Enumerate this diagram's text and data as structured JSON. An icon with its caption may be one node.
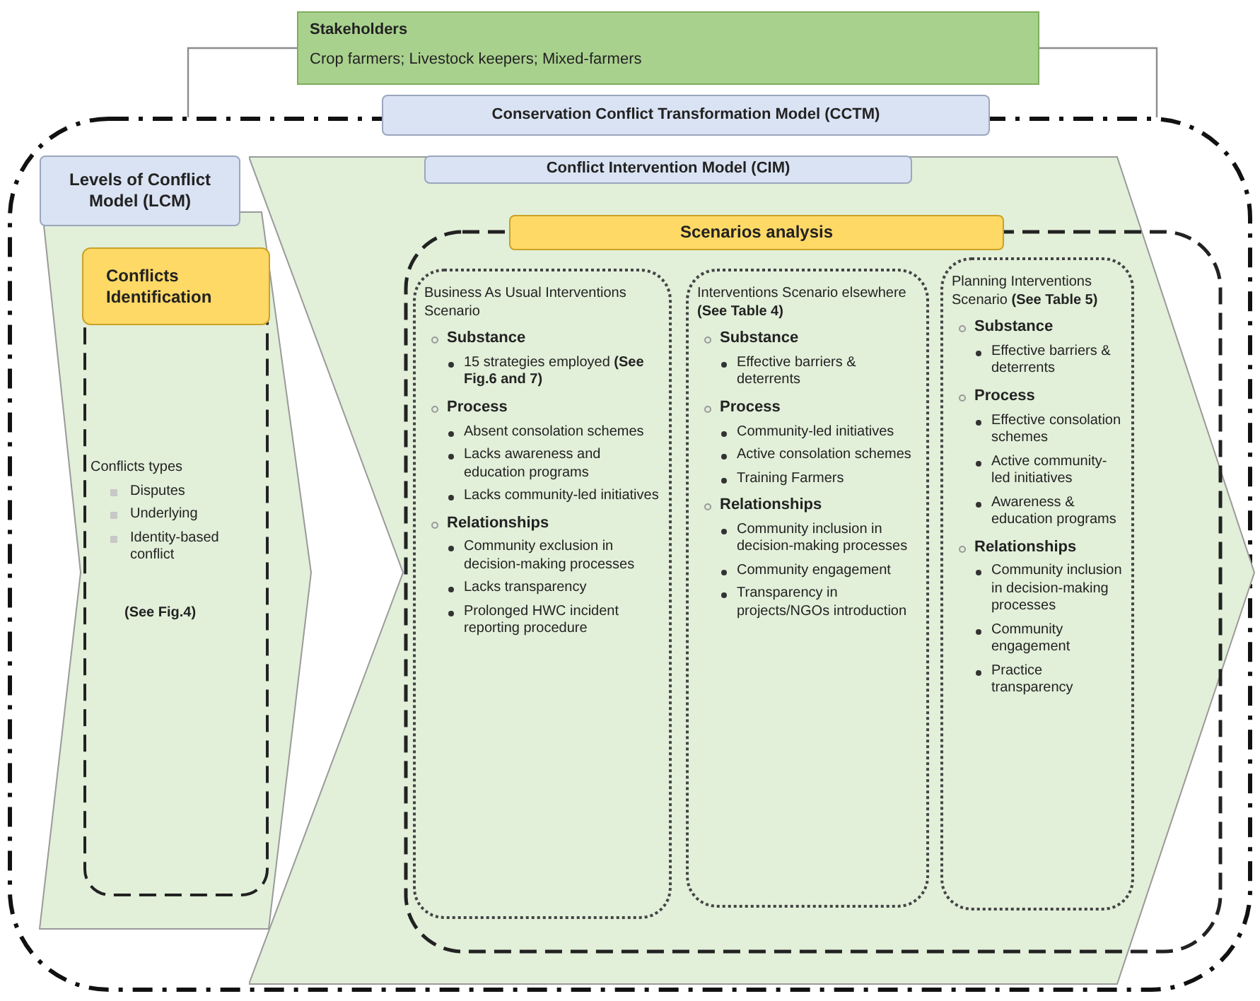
{
  "diagram": {
    "nodes": [
      {
        "text": [
          "Stakeholders",
          "Crop farmers; Livestock keepers; Mixed-farmers"
        ]
      },
      {
        "text": [
          "Conservation Conflict Transformation Model (CCTM)"
        ]
      },
      {
        "text": [
          "Levels of Conflict Model (LCM)"
        ],
        "in": 1
      },
      {
        "text": [
          "Conflicts Identification",
          "Conflicts types",
          "Disputes",
          "Underlying",
          "Identity-based conflict",
          "(See Fig.4)"
        ],
        "in": 2
      },
      {
        "text": [
          "Conflict Intervention Model (CIM)"
        ],
        "in": 1
      },
      {
        "text": [
          "Scenarios analysis"
        ],
        "in": 4
      },
      {
        "text": [
          "Business As Usual Interventions Scenario",
          "Substance",
          "15 strategies employed **(See Fig.6 and 7)**",
          "Process",
          "Absent consolation schemes",
          "Lacks awareness and education programs",
          "Lacks community-led initiatives",
          "Relationships",
          "Community exclusion in decision-making processes",
          "Lacks transparency",
          "Prolonged HWC incident reporting procedure"
        ],
        "in": 5
      },
      {
        "text": [
          "Interventions Scenario elsewhere **(See Table 4)**",
          "Substance",
          "Effective barriers & deterrents",
          "Process",
          "Community-led initiatives",
          "Active consolation schemes",
          "Training Farmers",
          "Relationships",
          "Community inclusion in decision-making processes",
          "Community engagement",
          "Transparency in projects/NGOs introduction"
        ],
        "in": 5
      },
      {
        "text": [
          "Planning Interventions Scenario **(See Table 5)**",
          "Substance",
          "Effective barriers & deterrents",
          "Process",
          "Effective consolation schemes",
          "Active community-led initiatives",
          "Awareness & education programs",
          "Relationships",
          "Community inclusion in decision-making processes",
          "Community engagement",
          "Practice transparency"
        ],
        "in": 5
      }
    ],
    "edges": [
      {
        "from": 0,
        "to": 1,
        "arrow": "none",
        "color": "#8c8c8c"
      },
      {
        "from": 0,
        "to": 1,
        "arrow": "none",
        "color": "#8c8c8c"
      }
    ]
  }
}
